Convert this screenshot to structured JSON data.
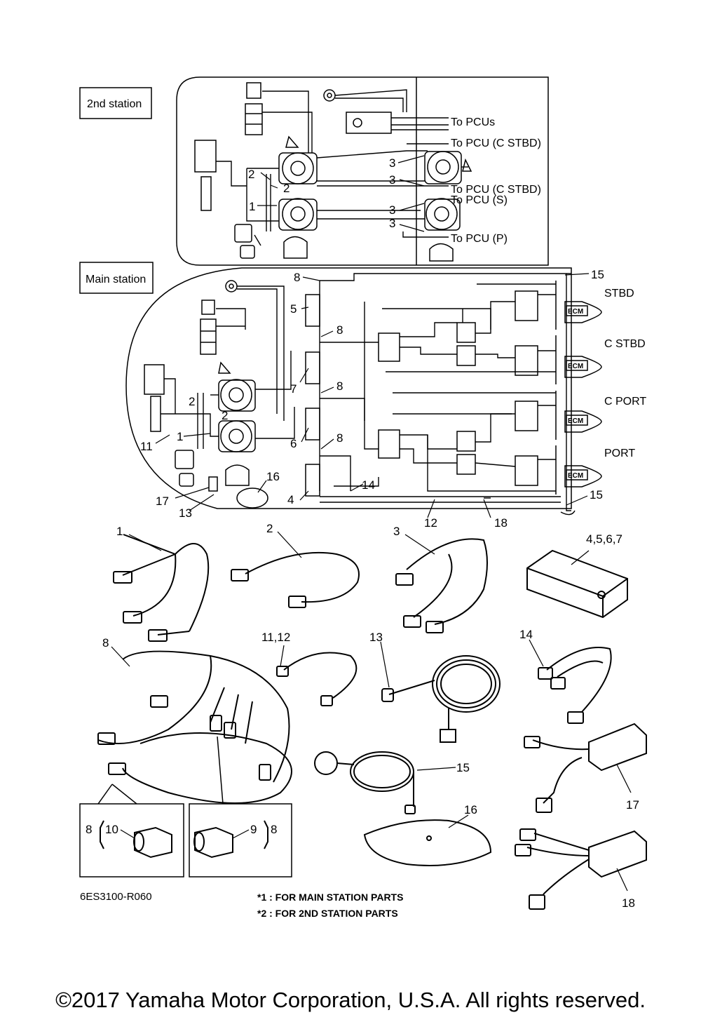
{
  "stations": {
    "second": "2nd station",
    "main": "Main station"
  },
  "pcu_labels": [
    "To PCUs",
    "To PCU (C STBD)",
    "To PCU (C STBD)",
    "To PCU (S)",
    "To PCU (P)"
  ],
  "engine_labels": [
    "STBD",
    "C STBD",
    "C PORT",
    "PORT"
  ],
  "ecm_label": "ECM",
  "callouts": {
    "second_station": [
      "2",
      "2",
      "1",
      "3",
      "3",
      "3",
      "3"
    ],
    "main_station": [
      "8",
      "15",
      "5",
      "8",
      "7",
      "8",
      "2",
      "2",
      "1",
      "11",
      "6",
      "8",
      "16",
      "4",
      "14",
      "17",
      "13",
      "12",
      "18",
      "15"
    ],
    "parts": [
      "1",
      "2",
      "3",
      "4,5,6,7",
      "8",
      "11,12",
      "13",
      "14",
      "15",
      "16",
      "17",
      "18"
    ],
    "detail_left": [
      "8",
      "10"
    ],
    "detail_right": [
      "9",
      "8"
    ]
  },
  "drawing_code": "6ES3100-R060",
  "notes": [
    "*1 : FOR MAIN STATION PARTS",
    "*2 : FOR 2ND STATION PARTS"
  ],
  "copyright": "©2017 Yamaha Motor Corporation, U.S.A. All rights reserved."
}
